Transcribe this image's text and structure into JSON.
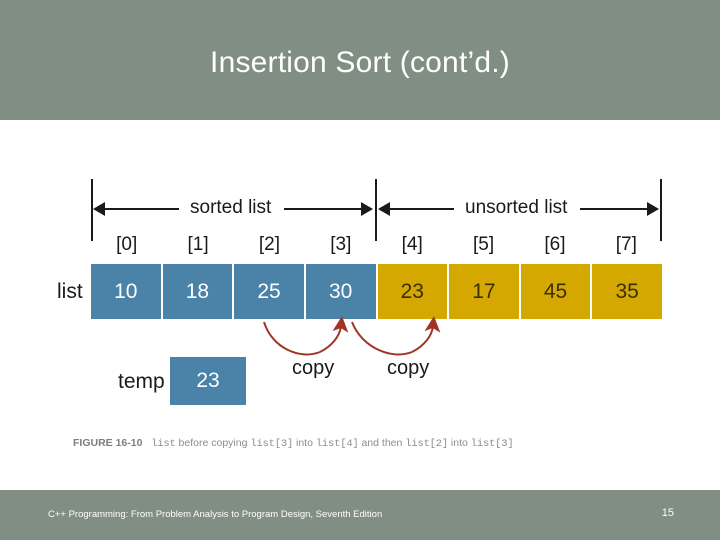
{
  "slide": {
    "title": "Insertion Sort (cont’d.)",
    "header_color": "#808e84",
    "footer_color": "#808e84",
    "background": "#ffffff"
  },
  "figure": {
    "list_label": "list",
    "temp_label": "temp",
    "temp_value": "23",
    "sorted_span_label": "sorted list",
    "unsorted_span_label": "unsorted list",
    "copy_label_1": "copy",
    "copy_label_2": "copy",
    "sorted_color": "#4a82a8",
    "unsorted_color": "#d4a800",
    "arrow_color": "#a03523",
    "indices": [
      "[0]",
      "[1]",
      "[2]",
      "[3]",
      "[4]",
      "[5]",
      "[6]",
      "[7]"
    ],
    "cells": [
      {
        "index": "[0]",
        "value": "10",
        "state": "sorted"
      },
      {
        "index": "[1]",
        "value": "18",
        "state": "sorted"
      },
      {
        "index": "[2]",
        "value": "25",
        "state": "sorted"
      },
      {
        "index": "[3]",
        "value": "30",
        "state": "sorted"
      },
      {
        "index": "[4]",
        "value": "23",
        "state": "unsorted"
      },
      {
        "index": "[5]",
        "value": "17",
        "state": "unsorted"
      },
      {
        "index": "[6]",
        "value": "45",
        "state": "unsorted"
      },
      {
        "index": "[7]",
        "value": "35",
        "state": "unsorted"
      }
    ],
    "caption": {
      "figure_number": "FIGURE 16-10",
      "part1": "list",
      "part2": " before copying ",
      "part3": "list[3]",
      "part4": " into ",
      "part5": "list[4]",
      "part6": " and then ",
      "part7": "list[2]",
      "part8": " into ",
      "part9": "list[3]"
    }
  },
  "footer": {
    "text": "C++ Programming: From Problem Analysis to Program Design, Seventh Edition",
    "page_number": "15"
  }
}
